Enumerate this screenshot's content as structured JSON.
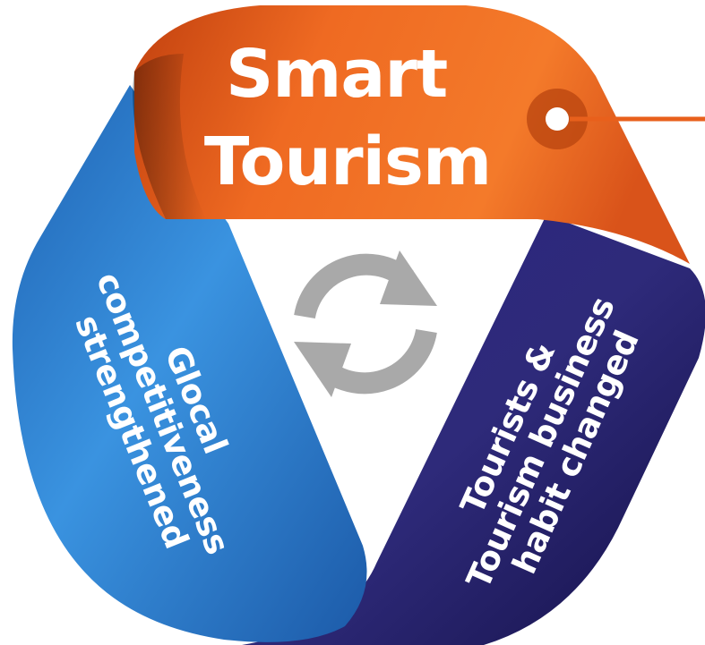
{
  "diagram": {
    "top_ribbon": {
      "lines": [
        "Smart",
        "Tourism"
      ],
      "color": "#e8601c"
    },
    "left_ribbon": {
      "lines": [
        "Glocal",
        "competitiveness",
        "strengthened"
      ],
      "color": "#2a7fd0"
    },
    "right_ribbon": {
      "lines": [
        "Tourists &",
        "Tourism business",
        "habit changed"
      ],
      "color": "#231e6b"
    },
    "center_icon": "cycle-arrows-icon",
    "connector_color": "#e8601c"
  }
}
